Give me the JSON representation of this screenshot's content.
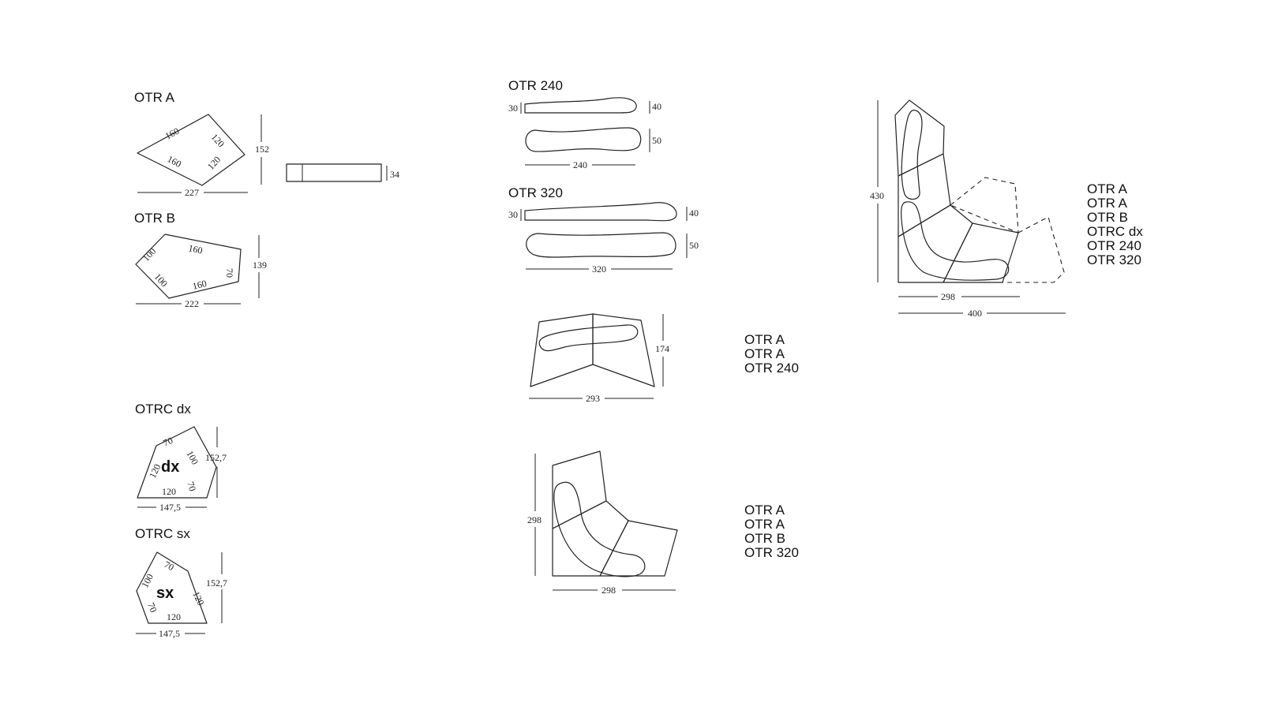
{
  "modules": {
    "otr_a": {
      "title": "OTR A",
      "sides": [
        "160",
        "120",
        "160",
        "120"
      ],
      "width": "227",
      "depth": "152",
      "height": "34"
    },
    "otr_b": {
      "title": "OTR B",
      "sides": [
        "100",
        "160",
        "70",
        "100",
        "160"
      ],
      "width": "222",
      "depth": "139"
    },
    "otrc_dx": {
      "title": "OTRC dx",
      "mark": "dx",
      "sides": [
        "70",
        "100",
        "120",
        "70",
        "120"
      ],
      "width": "147,5",
      "depth": "152,7"
    },
    "otrc_sx": {
      "title": "OTRC sx",
      "mark": "sx",
      "sides": [
        "70",
        "100",
        "120",
        "70",
        "120"
      ],
      "width": "147,5",
      "depth": "152,7"
    },
    "otr_240": {
      "title": "OTR 240",
      "height_back": "30",
      "height_front": "40",
      "depth": "50",
      "width": "240"
    },
    "otr_320": {
      "title": "OTR 320",
      "height_back": "30",
      "height_front": "40",
      "depth": "50",
      "width": "320"
    }
  },
  "compositions": {
    "comp1": {
      "items": [
        "OTR A",
        "OTR A",
        "OTR 240"
      ],
      "width": "293",
      "depth": "174"
    },
    "comp2": {
      "items": [
        "OTR A",
        "OTR A",
        "OTR B",
        "OTR 320"
      ],
      "width": "298",
      "depth": "298"
    },
    "comp3": {
      "items": [
        "OTR A",
        "OTR A",
        "OTR B",
        "OTRC dx",
        "OTR 240",
        "OTR 320"
      ],
      "width_inner": "298",
      "width_total": "400",
      "depth": "430"
    }
  },
  "icons": [
    "module-outline",
    "dimension-line",
    "cushion-outline",
    "dashed-extension"
  ]
}
